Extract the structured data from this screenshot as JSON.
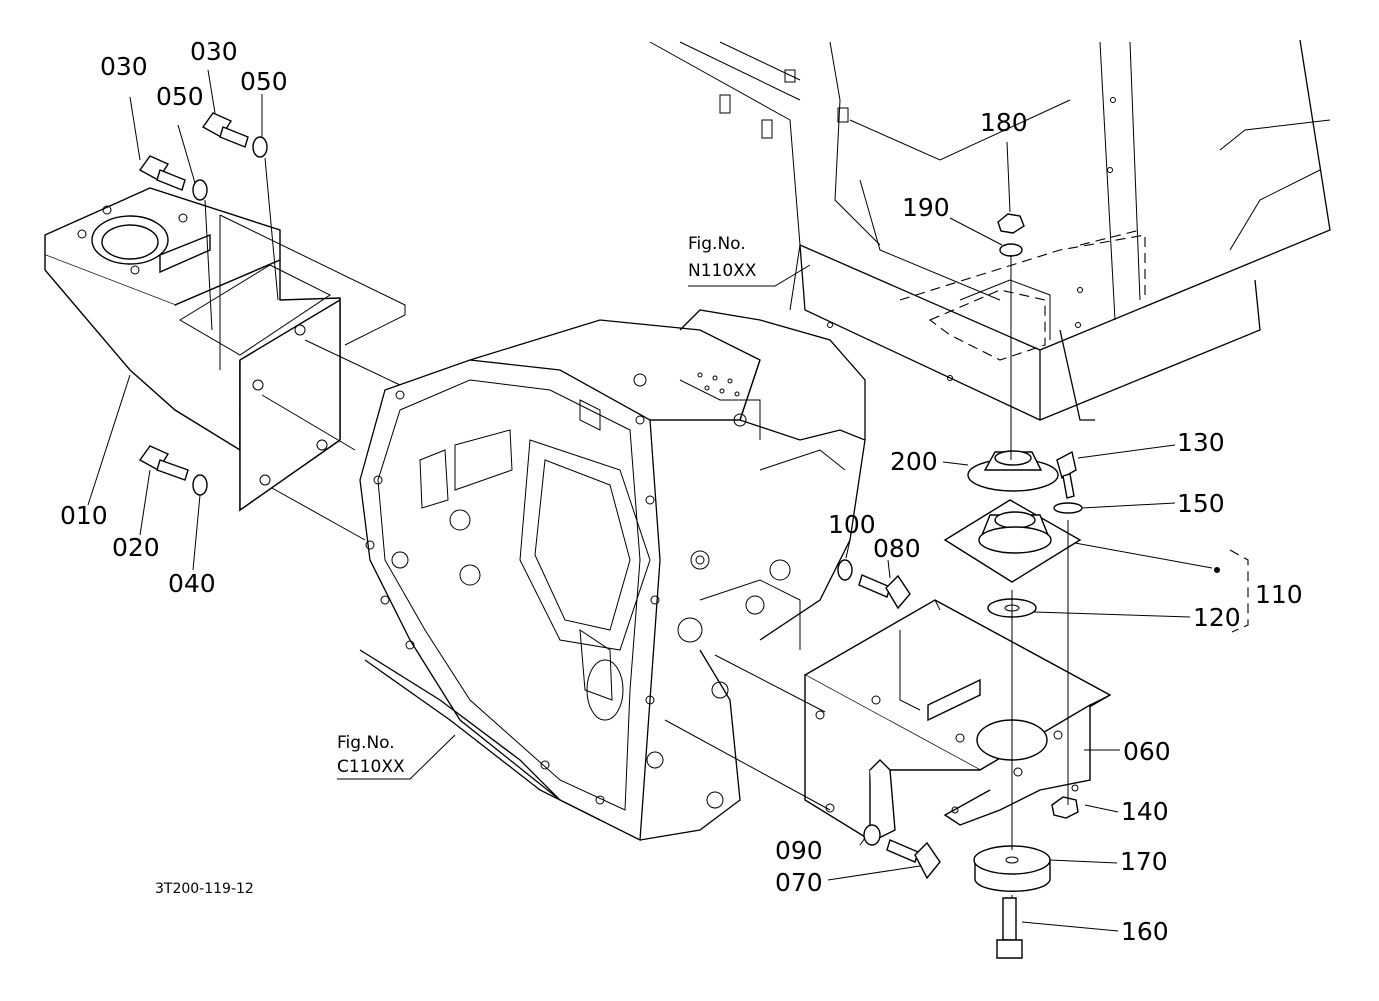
{
  "diagram": {
    "doc_code": "3T200-119-12",
    "refs": [
      {
        "line1": "Fig.No.",
        "line2": "N110XX"
      },
      {
        "line1": "Fig.No.",
        "line2": "C110XX"
      }
    ],
    "callouts": [
      "010",
      "020",
      "030",
      "030",
      "040",
      "050",
      "050",
      "060",
      "070",
      "080",
      "090",
      "100",
      "110",
      "120",
      "130",
      "140",
      "150",
      "160",
      "170",
      "180",
      "190",
      "200"
    ]
  }
}
